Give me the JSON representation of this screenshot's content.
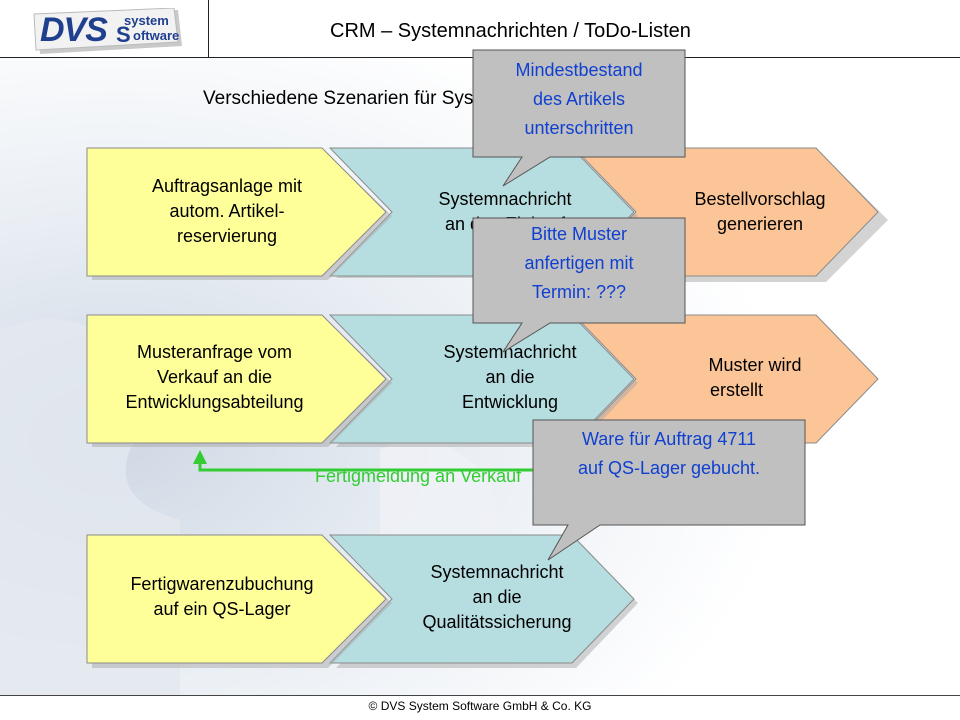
{
  "header": {
    "logo_text_main": "DVS",
    "logo_text_system": "system",
    "logo_text_software": "oftware",
    "title": "CRM – Systemnachrichten / ToDo-Listen"
  },
  "subtitle": "Verschiedene Szenarien für Systemnachrichten",
  "rows": [
    {
      "step1": [
        "Auftragsanlage mit",
        "autom. Artikel-",
        "reservierung"
      ],
      "step2": [
        "Systemnachricht",
        "an den Einkauf"
      ],
      "step3": [
        "Bestellvorschlag",
        "generieren"
      ]
    },
    {
      "step1": [
        "Musteranfrage vom",
        "Verkauf an die",
        "Entwicklungsabteilung"
      ],
      "step2": [
        "Systemnachricht",
        "an die",
        "Entwicklung"
      ],
      "step3": [
        "Muster wird",
        "erstellt"
      ]
    },
    {
      "step1": [
        "Fertigwarenzubuchung",
        "auf ein QS-Lager"
      ],
      "step2": [
        "Systemnachricht",
        "an die",
        "Qualitätssicherung"
      ]
    }
  ],
  "callouts": [
    [
      "Mindestbestand",
      "des Artikels",
      "unterschritten"
    ],
    [
      "Bitte Muster",
      "anfertigen mit",
      "Termin: ???"
    ],
    [
      "Ware für Auftrag 4711",
      "auf QS-Lager gebucht."
    ]
  ],
  "feedback_label": "Fertigmeldung an Verkauf",
  "footer": "© DVS System Software GmbH & Co. KG",
  "colors": {
    "yellow": "#ffff99",
    "teal": "#b6dde0",
    "orange": "#fcc597",
    "callout_gray": "#c0c0c0",
    "callout_text": "#1040d0",
    "feedback_green": "#33cc33"
  }
}
